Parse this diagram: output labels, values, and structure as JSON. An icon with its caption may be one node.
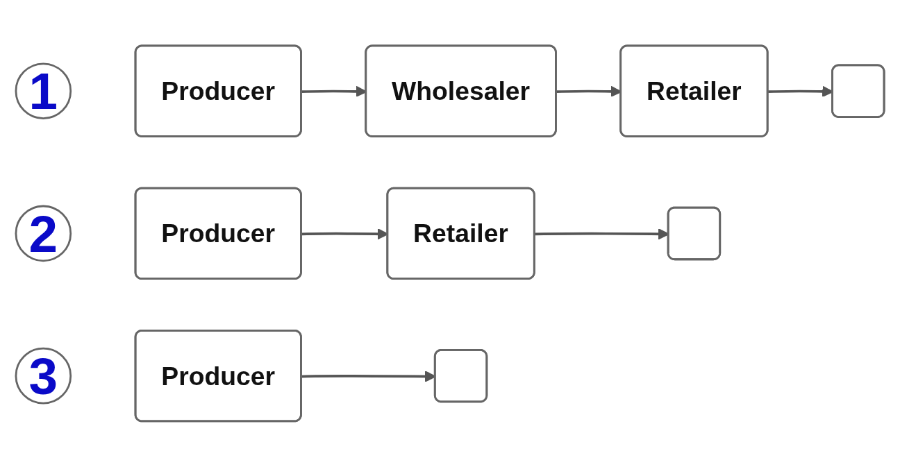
{
  "diagram": {
    "nodes": [
      {
        "text": [
          "1"
        ]
      },
      {
        "text": [
          "Producer"
        ]
      },
      {
        "text": [
          "Wholesaler"
        ]
      },
      {
        "text": [
          "Retailer"
        ]
      },
      {
        "text": [],
        "shape": "box"
      },
      {
        "text": [
          "2"
        ]
      },
      {
        "text": [
          "Producer"
        ]
      },
      {
        "text": [
          "Retailer"
        ]
      },
      {
        "text": [],
        "shape": "box"
      },
      {
        "text": [
          "3"
        ]
      },
      {
        "text": [
          "Producer"
        ]
      },
      {
        "text": [],
        "shape": "box"
      }
    ],
    "edges": [
      {
        "from": 1,
        "to": 2,
        "arrow": "to"
      },
      {
        "from": 2,
        "to": 3,
        "arrow": "to"
      },
      {
        "from": 3,
        "to": 4,
        "arrow": "to"
      },
      {
        "from": 6,
        "to": 7,
        "arrow": "to"
      },
      {
        "from": 7,
        "to": 8,
        "arrow": "to"
      },
      {
        "from": 10,
        "to": 11,
        "arrow": "to"
      }
    ]
  }
}
